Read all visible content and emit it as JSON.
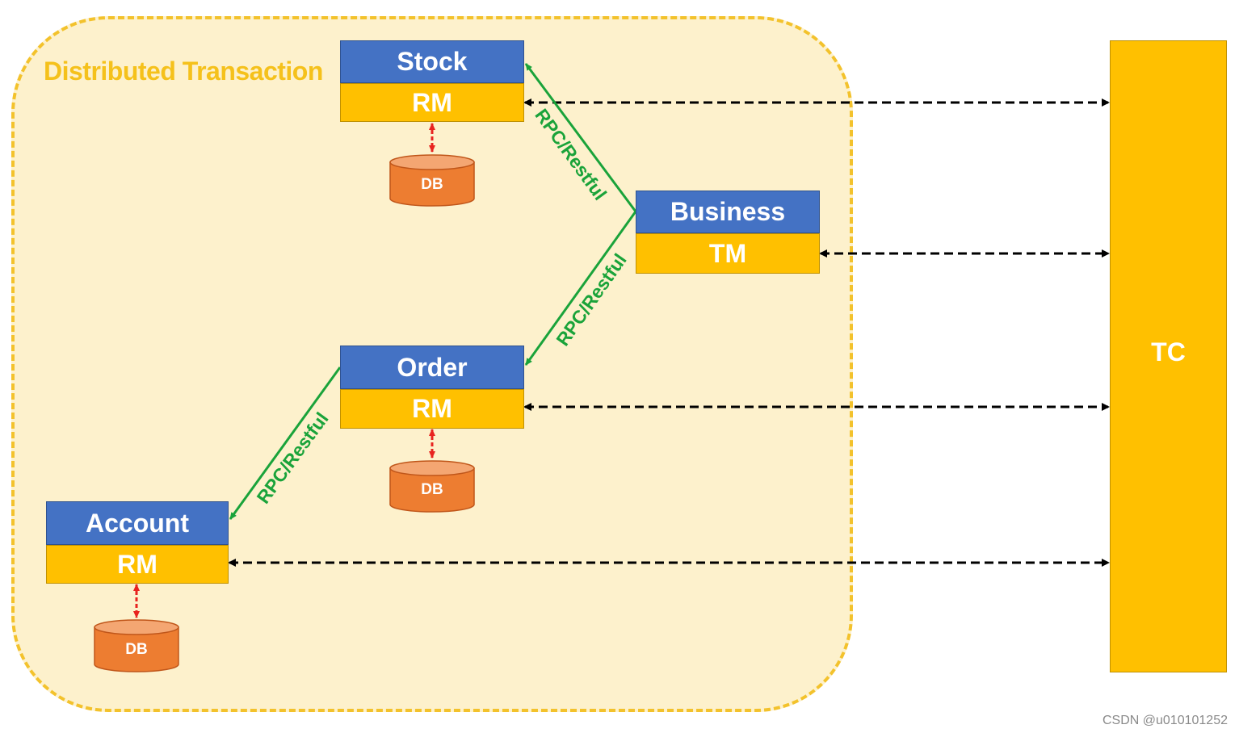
{
  "diagram": {
    "region_title": "Distributed Transaction",
    "stock": {
      "name": "Stock",
      "role": "RM",
      "db": "DB"
    },
    "business": {
      "name": "Business",
      "role": "TM"
    },
    "order": {
      "name": "Order",
      "role": "RM",
      "db": "DB"
    },
    "account": {
      "name": "Account",
      "role": "RM",
      "db": "DB"
    },
    "tc": {
      "label": "TC"
    },
    "edges": {
      "business_to_stock": "RPC/Restful",
      "business_to_order": "RPC/Restful",
      "order_to_account": "RPC/Restful"
    }
  },
  "colors": {
    "service_header": "#4472c4",
    "role_band": "#ffc000",
    "db": "#ed7d31",
    "rpc_line": "#1aa33a",
    "db_link": "#e8231f",
    "region_fill": "#fdf1cc",
    "region_border": "#f3c22c"
  },
  "watermark": "CSDN @u010101252"
}
